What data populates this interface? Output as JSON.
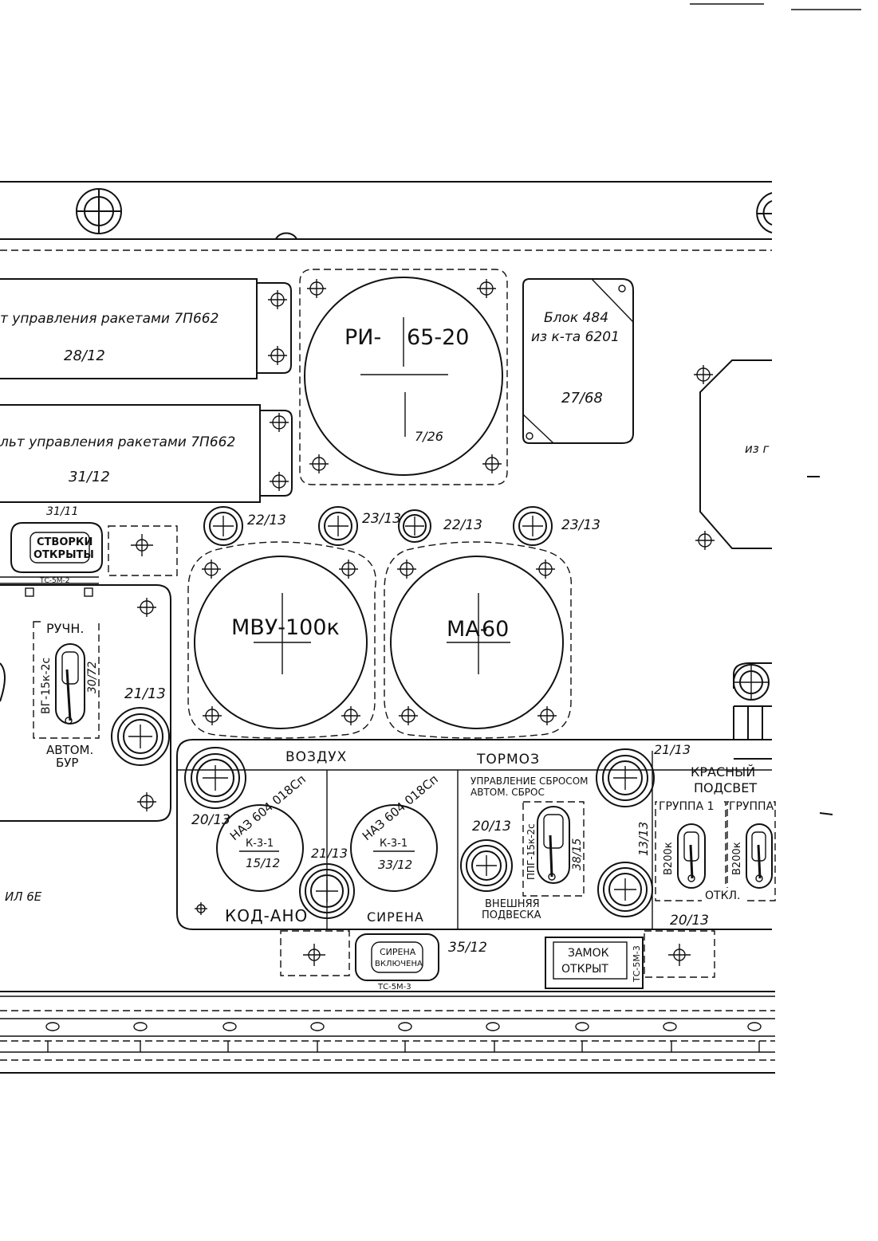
{
  "panels": {
    "top_panel": {
      "text": "т управления ракетами 7П662",
      "number": "28/12"
    },
    "bottom_panel": {
      "text": "льт управления ракетами 7П662",
      "number": "31/12"
    }
  },
  "instruments": {
    "ri": {
      "name_left": "РИ-",
      "name_right": "65-20",
      "ref": "7/26"
    },
    "mvu": {
      "name_left": "МВУ-",
      "name_right": "100к"
    },
    "ma": {
      "name_left": "МА-",
      "name_right": "60"
    }
  },
  "blok": {
    "line1": "Блок 484",
    "line2": "из к-та 6201",
    "ref": "27/68"
  },
  "right_cut_label": "из г",
  "lamps_top": [
    "22/13",
    "23/13",
    "22/13",
    "23/13"
  ],
  "stvorki": {
    "line1": "СТВОРКИ",
    "line2": "ОТКРЫТЫ",
    "ref": "31/11",
    "socket": "ТС-5М-2"
  },
  "left_switch": {
    "top": "РУЧН.",
    "type": "ВГ-15к-2с",
    "ref": "30/72",
    "bottom1": "АВТОМ.",
    "bottom2": "БУР",
    "lamp_ref": "21/13"
  },
  "side_label": "ИЛ 6Е",
  "lower_panel": {
    "vozduh": "ВОЗДУХ",
    "tormoz": "ТОРМОЗ",
    "lamp_left_ref": "20/13",
    "lamp_mid_ref": "21/13",
    "lamp_right_ref": "21/13",
    "kod_ano": "КОД-АНО",
    "sirena": "СИРЕНА",
    "naz1": {
      "ring": "НАЗ 604 018Сп",
      "k": "К-3-1",
      "ref": "15/12"
    },
    "naz2": {
      "ring": "НАЗ 604 018Сп",
      "k": "К-3-1",
      "ref": "33/12"
    },
    "sbros_title1": "УПРАВЛЕНИЕ СБРОСОМ",
    "sbros_title2": "АВТОМ. СБРОС",
    "sbros_lamp_ref": "20/13",
    "sbros_switch_type": "ППГ-15к-2с",
    "sbros_switch_ref": "38/15",
    "vneshnyaya1": "ВНЕШНЯЯ",
    "vneshnyaya2": "ПОДВЕСКА",
    "low_lamp_ref": "13/13"
  },
  "podsvet": {
    "title1": "КРАСНЫЙ",
    "title2": "ПОДСВЕТ",
    "group1": "ГРУППА 1",
    "group2": "ГРУППА",
    "res1": "В200к",
    "res2": "В200к",
    "otkl": "ОТКЛ.",
    "ref": "20/13"
  },
  "bottom_items": {
    "sirena_on1": "СИРЕНА",
    "sirena_on2": "ВКЛЮЧЕНА",
    "sirena_ref": "35/12",
    "sirena_socket": "ТС-5М-3",
    "zamok1": "ЗАМОК",
    "zamok2": "ОТКРЫТ",
    "zamok_socket": "ТС-5М-3"
  }
}
